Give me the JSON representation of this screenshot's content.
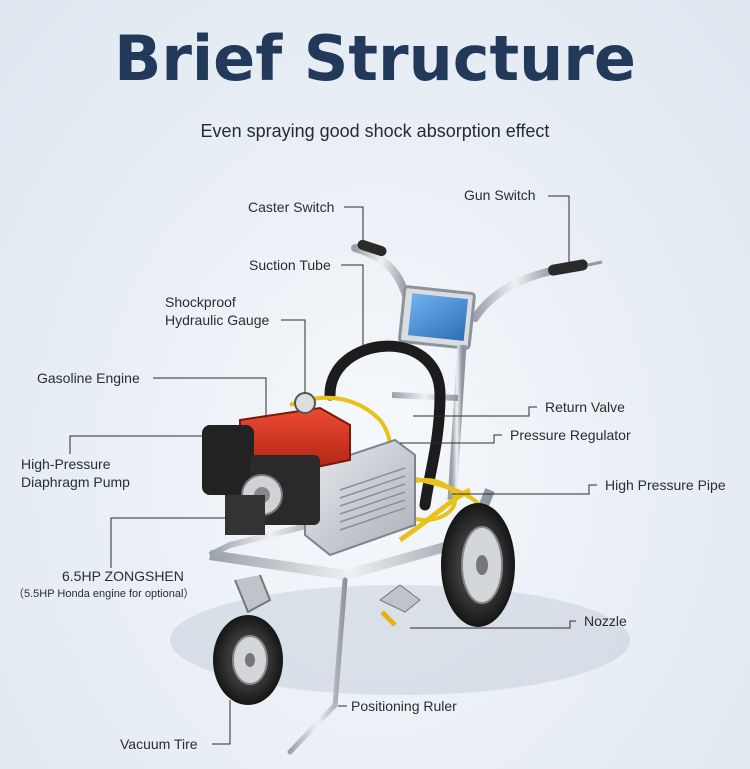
{
  "title": "Brief Structure",
  "subtitle": "Even spraying good shock absorption effect",
  "labels": {
    "caster_switch": "Caster Switch",
    "gun_switch": "Gun Switch",
    "suction_tube": "Suction Tube",
    "hydraulic_gauge_line1": "Shockproof",
    "hydraulic_gauge_line2": "Hydraulic Gauge",
    "gasoline_engine": "Gasoline Engine",
    "return_valve": "Return Valve",
    "pressure_regulator": "Pressure Regulator",
    "pump_line1": "High-Pressure",
    "pump_line2": "Diaphragm Pump",
    "high_pressure_pipe": "High Pressure Pipe",
    "engine_model": "6.5HP ZONGSHEN",
    "engine_optional": "（5.5HP Honda engine for optional）",
    "nozzle": "Nozzle",
    "positioning_ruler": "Positioning Ruler",
    "vacuum_tire": "Vacuum Tire"
  },
  "colors": {
    "title": "#22395a",
    "engine_red": "#d8311f",
    "screen_blue": "#3a7fc9",
    "frame_silver": "#c9ccd1",
    "hose_black": "#1c1c1c",
    "hose_yellow": "#e8c21a"
  }
}
